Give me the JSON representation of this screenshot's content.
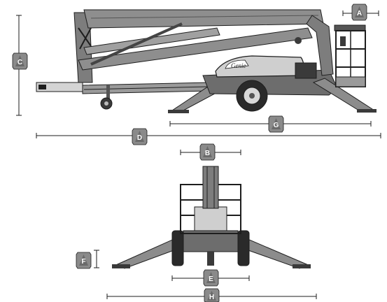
{
  "figure": {
    "colors": {
      "ink": "#1e1e1e",
      "mid": "#777777",
      "light": "#b9b9b9",
      "pale": "#dcdcdc",
      "badge": "#8a8a8a",
      "background": "#ffffff"
    },
    "side_view": {
      "brand": "Genie"
    },
    "dimensions": [
      {
        "id": "A",
        "label": "A"
      },
      {
        "id": "B",
        "label": "B"
      },
      {
        "id": "C",
        "label": "C"
      },
      {
        "id": "D",
        "label": "D"
      },
      {
        "id": "E",
        "label": "E"
      },
      {
        "id": "F",
        "label": "F"
      },
      {
        "id": "G",
        "label": "G"
      },
      {
        "id": "H",
        "label": "H"
      }
    ]
  }
}
